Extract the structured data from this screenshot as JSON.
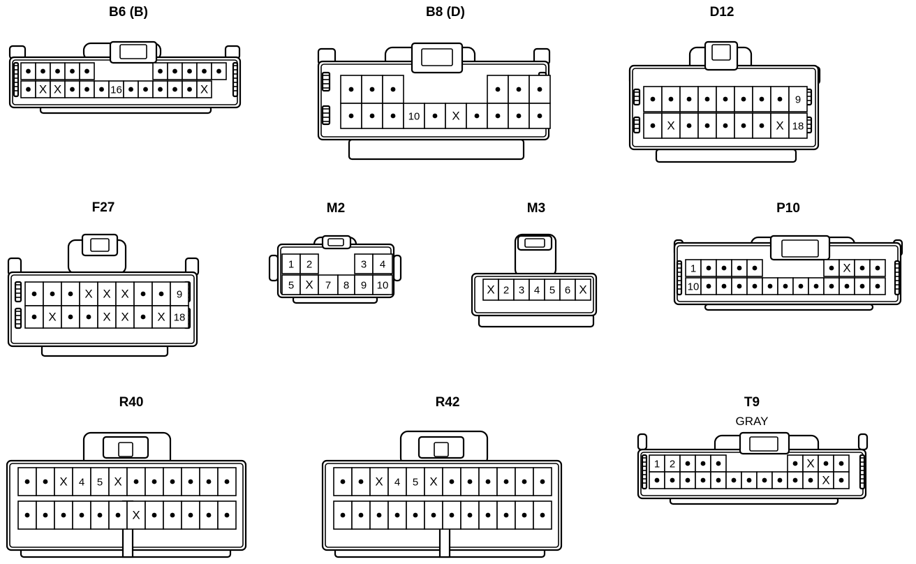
{
  "connectors": [
    {
      "id": "B6",
      "title": "B6 (B)",
      "rows": [
        [
          ".",
          ".",
          ".",
          ".",
          ".",
          "",
          "",
          "",
          "",
          ".",
          ".",
          ".",
          ".",
          "."
        ],
        [
          ".",
          "X",
          "X",
          ".",
          ".",
          ".",
          "16",
          ".",
          ".",
          ".",
          ".",
          ".",
          "X"
        ]
      ]
    },
    {
      "id": "B8",
      "title": "B8 (D)",
      "rows": [
        [
          ".",
          ".",
          ".",
          "",
          "",
          "",
          "",
          ".",
          ".",
          "."
        ],
        [
          ".",
          ".",
          ".",
          "10",
          ".",
          "X",
          ".",
          ".",
          ".",
          "."
        ]
      ]
    },
    {
      "id": "D12",
      "title": "D12",
      "rows": [
        [
          ".",
          ".",
          ".",
          ".",
          ".",
          ".",
          ".",
          ".",
          "9"
        ],
        [
          ".",
          "X",
          ".",
          ".",
          ".",
          ".",
          ".",
          "X",
          "18"
        ]
      ]
    },
    {
      "id": "F27",
      "title": "F27",
      "rows": [
        [
          ".",
          ".",
          ".",
          "X",
          "X",
          "X",
          ".",
          ".",
          "9"
        ],
        [
          ".",
          "X",
          ".",
          ".",
          "X",
          "X",
          ".",
          "X",
          "18"
        ]
      ]
    },
    {
      "id": "M2",
      "title": "M2",
      "rows": [
        [
          "1",
          "2",
          "",
          "",
          "3",
          "4"
        ],
        [
          "5",
          "X",
          "7",
          "8",
          "9",
          "10"
        ]
      ]
    },
    {
      "id": "M3",
      "title": "M3",
      "rows": [
        [
          "X",
          "2",
          "3",
          "4",
          "5",
          "6",
          "X"
        ]
      ]
    },
    {
      "id": "P10",
      "title": "P10",
      "rows": [
        [
          "1",
          ".",
          ".",
          ".",
          ".",
          "",
          "",
          "",
          "",
          ".",
          "X",
          ".",
          "."
        ],
        [
          "10",
          ".",
          ".",
          ".",
          ".",
          ".",
          ".",
          ".",
          ".",
          ".",
          ".",
          ".",
          "."
        ]
      ]
    },
    {
      "id": "R40",
      "title": "R40",
      "rows": [
        [
          ".",
          ".",
          "X",
          "4",
          "5",
          "X",
          ".",
          ".",
          ".",
          ".",
          ".",
          "."
        ],
        [
          ".",
          ".",
          ".",
          ".",
          ".",
          ".",
          "X",
          ".",
          ".",
          ".",
          ".",
          "."
        ]
      ]
    },
    {
      "id": "R42",
      "title": "R42",
      "rows": [
        [
          ".",
          ".",
          "X",
          "4",
          "5",
          "X",
          ".",
          ".",
          ".",
          ".",
          ".",
          "."
        ],
        [
          ".",
          ".",
          ".",
          ".",
          ".",
          ".",
          ".",
          ".",
          ".",
          ".",
          ".",
          "."
        ]
      ]
    },
    {
      "id": "T9",
      "title": "T9",
      "subtitle": "GRAY",
      "rows": [
        [
          "1",
          "2",
          ".",
          ".",
          ".",
          "",
          "",
          "",
          "",
          ".",
          "X",
          ".",
          "."
        ],
        [
          ".",
          ".",
          ".",
          ".",
          ".",
          ".",
          ".",
          ".",
          ".",
          ".",
          ".",
          "X",
          "."
        ]
      ]
    }
  ]
}
